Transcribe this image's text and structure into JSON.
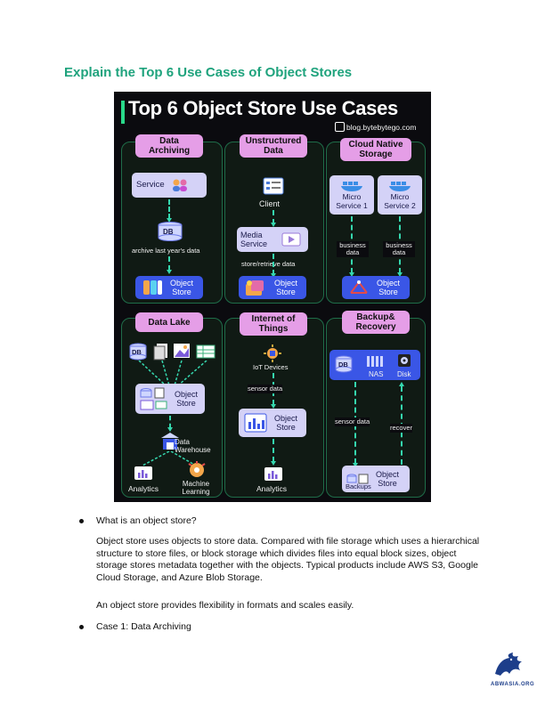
{
  "page": {
    "title": "Explain the Top 6 Use Cases of Object Stores"
  },
  "infographic": {
    "title": "Top 6 Object Store Use Cases",
    "site": "blog.bytebytego.com",
    "panels": {
      "archiving": {
        "header": "Data Archiving",
        "service": "Service",
        "db": "DB",
        "caption": "archive last year's data",
        "store": "Object Store"
      },
      "unstructured": {
        "header": "Unstructured Data",
        "client": "Client",
        "media": "Media Service",
        "caption": "store/retrieve data",
        "store": "Object Store"
      },
      "cloud": {
        "header": "Cloud Native Storage",
        "ms1": "Micro Service 1",
        "ms2": "Micro Service 2",
        "bd1": "business data",
        "bd2": "business data",
        "store": "Object Store"
      },
      "lake": {
        "header": "Data Lake",
        "db": "DB",
        "store": "Object Store",
        "warehouse": "Data Warehouse",
        "analytics": "Analytics",
        "ml": "Machine Learning"
      },
      "iot": {
        "header": "Internet of Things",
        "devices": "IoT Devices",
        "sensor": "sensor data",
        "store": "Object Store",
        "analytics": "Analytics"
      },
      "backup": {
        "header": "Backup& Recovery",
        "db": "DB",
        "nas": "NAS",
        "disk": "Disk",
        "sensor": "sensor data",
        "recover": "recover",
        "store": "Object Store",
        "backups": "Backups"
      }
    }
  },
  "body": {
    "bullet1": "What is an object store?",
    "para1": "Object store uses objects to store data. Compared with file storage which uses a hierarchical structure to store files, or block storage which divides files into equal block sizes, object storage stores metadata together with the objects. Typical products include AWS S3, Google Cloud Storage, and Azure Blob Storage.",
    "para2": "An object store provides flexibility in formats and scales easily.",
    "bullet2": "Case 1: Data Archiving"
  },
  "brand": {
    "text": "ABWASIA.ORG"
  },
  "colors": {
    "title_green": "#1fa37d",
    "pill_pink": "#e59ee7",
    "node_blue": "#3a56e6",
    "node_lavender": "#d4d2f7",
    "arrow_teal": "#35d7ae"
  }
}
